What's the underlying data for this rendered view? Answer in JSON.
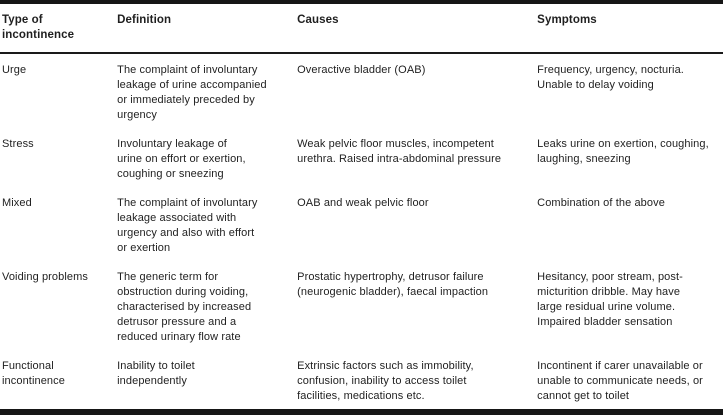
{
  "colors": {
    "border": "#161616",
    "text": "#1f1f1f",
    "background": "#ffffff"
  },
  "table": {
    "headers": [
      {
        "label": "Type of\nincontinence"
      },
      {
        "label": "Definition"
      },
      {
        "label": "Causes"
      },
      {
        "label": "Symptoms"
      }
    ],
    "rows": [
      {
        "type": "Urge",
        "definition": "The complaint of involuntary\nleakage of urine accompanied\nor immediately preceded by\nurgency",
        "causes": "Overactive bladder (OAB)",
        "symptoms": "Frequency, urgency, nocturia.\nUnable to delay voiding"
      },
      {
        "type": "Stress",
        "definition": "Involuntary leakage of\nurine on effort or exertion,\ncoughing or sneezing",
        "causes": "Weak pelvic floor muscles, incompetent\nurethra. Raised intra-abdominal pressure",
        "symptoms": "Leaks urine on exertion, coughing,\nlaughing, sneezing"
      },
      {
        "type": "Mixed",
        "definition": "The complaint of involuntary\nleakage associated with\nurgency and also with effort\nor exertion",
        "causes": "OAB and weak pelvic floor",
        "symptoms": "Combination of the above"
      },
      {
        "type": "Voiding problems",
        "definition": "The generic term for\nobstruction during voiding,\ncharacterised by increased\ndetrusor pressure and a\nreduced urinary flow rate",
        "causes": "Prostatic hypertrophy, detrusor failure\n(neurogenic bladder), faecal impaction",
        "symptoms": "Hesitancy, poor stream, post-\nmicturition dribble. May have\nlarge residual urine volume.\nImpaired bladder sensation"
      },
      {
        "type": "Functional\nincontinence",
        "definition": "Inability to toilet\nindependently",
        "causes": "Extrinsic factors such as immobility,\nconfusion, inability to access toilet\nfacilities, medications etc.",
        "symptoms": "Incontinent if carer unavailable or\nunable to communicate needs, or\ncannot get to toilet"
      }
    ]
  }
}
